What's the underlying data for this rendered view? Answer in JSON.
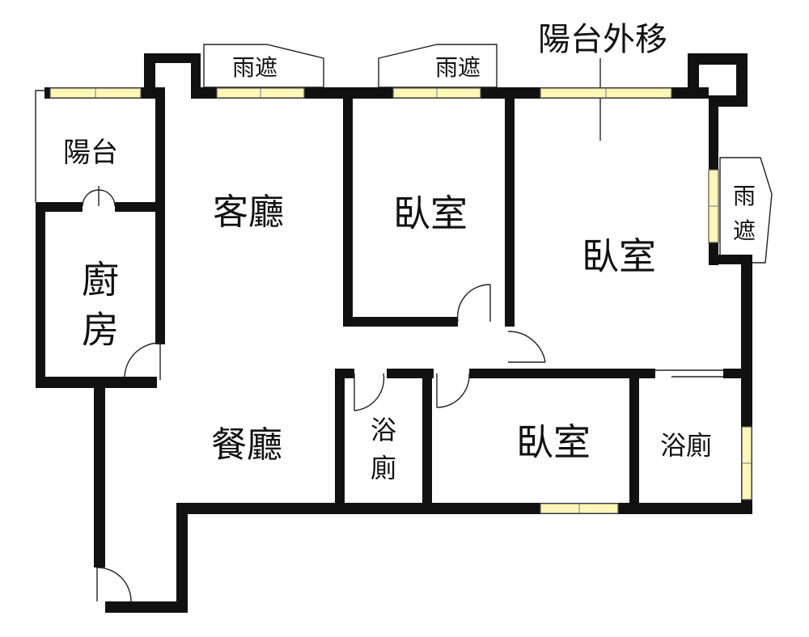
{
  "floorplan": {
    "annotation": "陽台外移",
    "rooms": {
      "balcony": "陽台",
      "living_room": "客廳",
      "bedroom_1": "臥室",
      "bedroom_2": "臥室",
      "bedroom_3": "臥室",
      "kitchen_line1": "廚",
      "kitchen_line2": "房",
      "dining_room": "餐廳",
      "bath_1_line1": "浴",
      "bath_1_line2": "廁",
      "bath_2": "浴廁"
    },
    "canopies": {
      "canopy_1": "雨遮",
      "canopy_2": "雨遮",
      "canopy_3_line1": "雨",
      "canopy_3_line2": "遮"
    }
  }
}
